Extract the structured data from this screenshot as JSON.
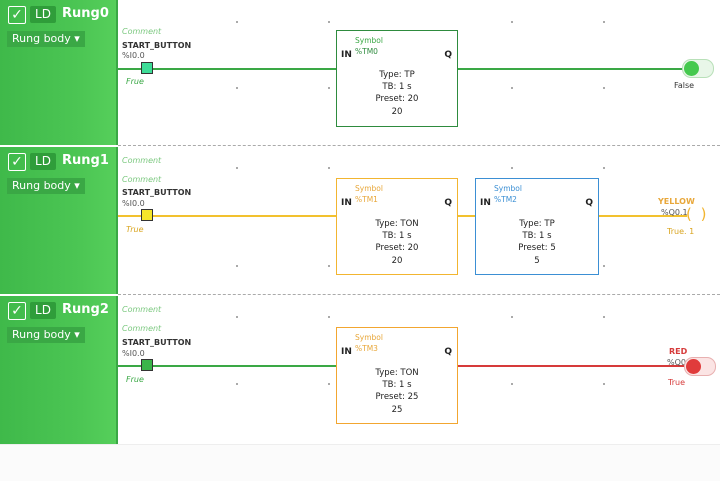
{
  "rungs": [
    {
      "name": "Rung0",
      "ld": "LD",
      "body_label": "Rung body ▾",
      "comment": "Comment",
      "input": {
        "name": "START_BUTTON",
        "addr": "%I0.0",
        "state": "Fruе"
      },
      "blocks": [
        {
          "symbol": "Symbol",
          "tm": "%TM0",
          "in": "IN",
          "q": "Q",
          "type": "Type: TP",
          "tb": "TB: 1 s",
          "preset": "Preset: 20",
          "value": "20"
        }
      ],
      "output": {
        "name": "",
        "addr": "",
        "state": "False"
      },
      "colors": {
        "wire": "#3aa845",
        "block": "#2e8b3e",
        "contact": "#3ddc97"
      }
    },
    {
      "name": "Rung1",
      "ld": "LD",
      "body_label": "Rung body ▾",
      "comment": "Comment",
      "comment2": "Comment",
      "input": {
        "name": "START_BUTTON",
        "addr": "%I0.0",
        "state": "True"
      },
      "blocks": [
        {
          "symbol": "Symbol",
          "tm": "%TM1",
          "in": "IN",
          "q": "Q",
          "type": "Type: TON",
          "tb": "TB: 1 s",
          "preset": "Preset: 20",
          "value": "20"
        },
        {
          "symbol": "Symbol",
          "tm": "%TM2",
          "in": "IN",
          "q": "Q",
          "type": "Type: TP",
          "tb": "TB: 1 s",
          "preset": "Preset: 5",
          "value": "5"
        }
      ],
      "output": {
        "name": "YELLOW",
        "addr": "%Q0.1",
        "state": "True. 1"
      },
      "colors": {
        "wire": "#f2c12e",
        "block": "#f2b530",
        "block2": "#3b8fd4",
        "contact": "#f5e62a"
      }
    },
    {
      "name": "Rung2",
      "ld": "LD",
      "body_label": "Rung body ▾",
      "comment": "Comment",
      "comment2": "Comment",
      "input": {
        "name": "START_BUTTON",
        "addr": "%I0.0",
        "state": "Frue"
      },
      "blocks": [
        {
          "symbol": "Symbol",
          "tm": "%TM3",
          "in": "IN",
          "q": "Q",
          "type": "Type: TON",
          "tb": "TB: 1 s",
          "preset": "Preset: 25",
          "value": "25"
        }
      ],
      "output": {
        "name": "RED",
        "addr": "%Q0.1",
        "state": "True"
      },
      "colors": {
        "wire": "#d63a3a",
        "block": "#f2a630",
        "contact": "#3ab54a"
      }
    }
  ]
}
